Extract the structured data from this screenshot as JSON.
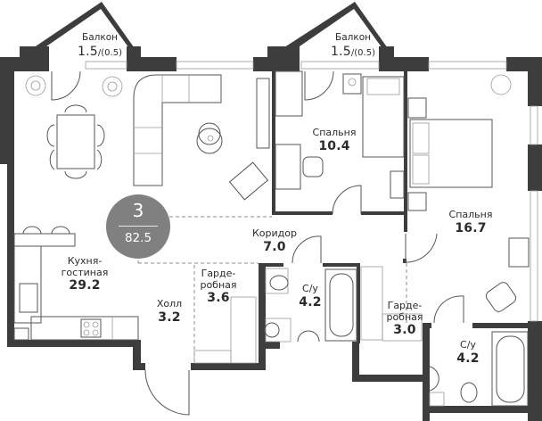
{
  "plan": {
    "rooms_count": "3",
    "total_area": "82.5",
    "wall_color": "#3d3d3d",
    "badge_color": "#808080"
  },
  "rooms": {
    "balcony_left": {
      "name": "Балкон",
      "area": "1.5",
      "sub": "(0.5)"
    },
    "balcony_right": {
      "name": "Балкон",
      "area": "1.5",
      "sub": "(0.5)"
    },
    "bedroom_small": {
      "name": "Спальня",
      "area": "10.4"
    },
    "bedroom_large": {
      "name": "Спальня",
      "area": "16.7"
    },
    "corridor": {
      "name": "Коридор",
      "area": "7.0"
    },
    "kitchen_living": {
      "name_line1": "Кухня-",
      "name_line2": "гостиная",
      "area": "29.2"
    },
    "hall": {
      "name": "Холл",
      "area": "3.2"
    },
    "wardrobe_1": {
      "name_line1": "Гарде-",
      "name_line2": "робная",
      "area": "3.6"
    },
    "bathroom_1": {
      "name": "С/у",
      "area": "4.2"
    },
    "wardrobe_2": {
      "name_line1": "Гарде-",
      "name_line2": "робная",
      "area": "3.0"
    },
    "bathroom_2": {
      "name": "С/у",
      "area": "4.2"
    }
  }
}
